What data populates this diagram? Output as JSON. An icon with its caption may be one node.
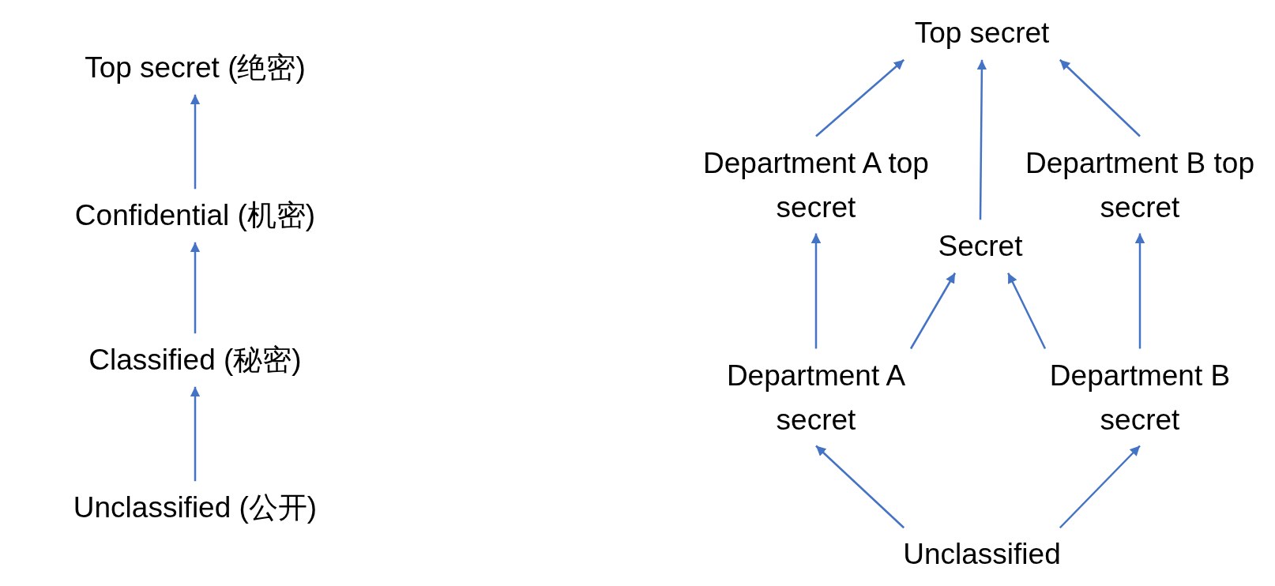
{
  "diagram": {
    "nodes": [
      {
        "text": [
          "Top secret (绝密)"
        ]
      },
      {
        "text": [
          "Confidential (机密)"
        ]
      },
      {
        "text": [
          "Classified (秘密)"
        ]
      },
      {
        "text": [
          "Unclassified (公开)"
        ]
      },
      {
        "text": [
          "Top secret"
        ]
      },
      {
        "text": [
          "Department A top secret"
        ]
      },
      {
        "text": [
          "Secret"
        ]
      },
      {
        "text": [
          "Department B top secret"
        ]
      },
      {
        "text": [
          "Department A secret"
        ]
      },
      {
        "text": [
          "Department B secret"
        ]
      },
      {
        "text": [
          "Unclassified"
        ]
      }
    ],
    "edges": [
      {
        "from": 1,
        "to": 0,
        "arrow": "to"
      },
      {
        "from": 2,
        "to": 1,
        "arrow": "to"
      },
      {
        "from": 3,
        "to": 2,
        "arrow": "to"
      },
      {
        "from": 5,
        "to": 4,
        "arrow": "to"
      },
      {
        "from": 6,
        "to": 4,
        "arrow": "to"
      },
      {
        "from": 7,
        "to": 4,
        "arrow": "to"
      },
      {
        "from": 8,
        "to": 5,
        "arrow": "to"
      },
      {
        "from": 8,
        "to": 6,
        "arrow": "to"
      },
      {
        "from": 9,
        "to": 6,
        "arrow": "to"
      },
      {
        "from": 9,
        "to": 7,
        "arrow": "to"
      },
      {
        "from": 10,
        "to": 8,
        "arrow": "to"
      },
      {
        "from": 10,
        "to": 9,
        "arrow": "to"
      }
    ]
  }
}
